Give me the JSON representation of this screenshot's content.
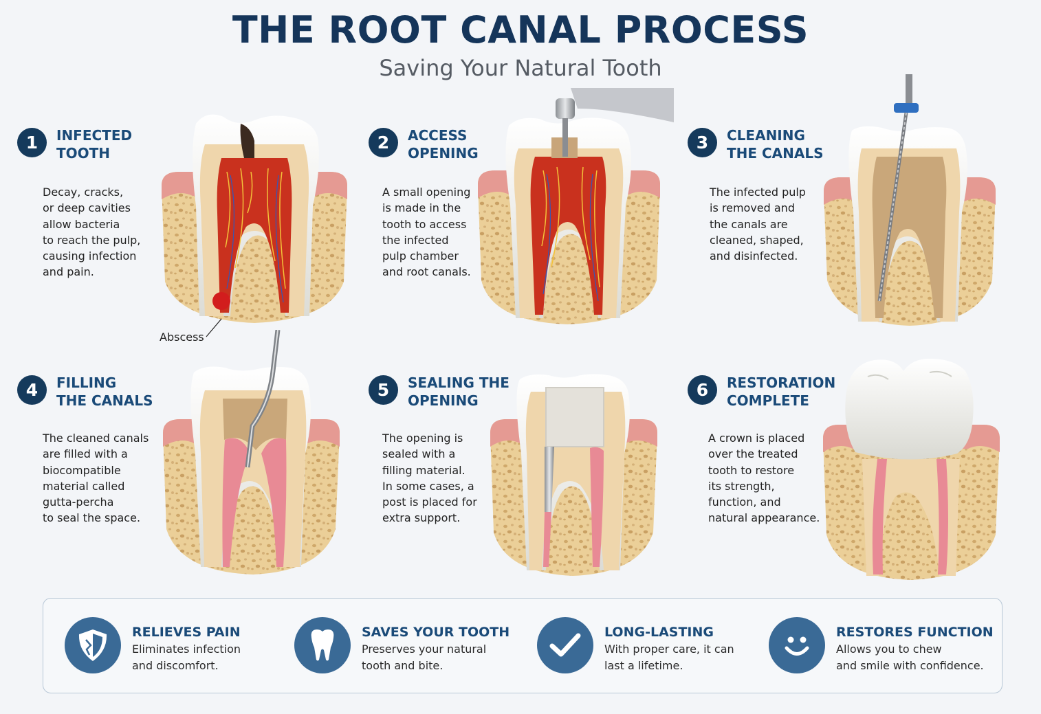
{
  "header": {
    "title": "THE ROOT CANAL PROCESS",
    "subtitle": "Saving Your Natural Tooth"
  },
  "steps": [
    {
      "number": "1",
      "title": [
        "INFECTED",
        "TOOTH"
      ],
      "body": [
        "Decay, cracks,",
        "or deep cavities",
        "allow bacteria",
        "to reach the pulp,",
        "causing infection",
        "and pain."
      ]
    },
    {
      "number": "2",
      "title": [
        "ACCESS",
        "OPENING"
      ],
      "body": [
        "A small opening",
        "is made in the",
        "tooth to access",
        "the infected",
        "pulp chamber",
        "and root canals."
      ]
    },
    {
      "number": "3",
      "title": [
        "CLEANING",
        "THE CANALS"
      ],
      "body": [
        "The infected pulp",
        "is removed and",
        "the canals are",
        "cleaned, shaped,",
        "and disinfected."
      ]
    },
    {
      "number": "4",
      "title": [
        "FILLING",
        "THE CANALS"
      ],
      "body": [
        "The cleaned canals",
        "are filled with a",
        "biocompatible",
        "material called",
        "gutta-percha",
        "to seal the space."
      ]
    },
    {
      "number": "5",
      "title": [
        "SEALING THE",
        "OPENING"
      ],
      "body": [
        "The opening is",
        "sealed with a",
        "filling material.",
        "In some cases, a",
        "post is placed for",
        "extra support."
      ]
    },
    {
      "number": "6",
      "title": [
        "RESTORATION",
        "COMPLETE"
      ],
      "body": [
        "A crown is placed",
        "over the treated",
        "tooth to restore",
        "its strength,",
        "function, and",
        "natural appearance."
      ]
    }
  ],
  "annotations": {
    "abscess": "Abscess"
  },
  "benefits": [
    {
      "icon": "shield-icon",
      "title": "RELIEVES PAIN",
      "desc": [
        "Eliminates infection",
        "and discomfort."
      ]
    },
    {
      "icon": "tooth-icon",
      "title": "SAVES YOUR TOOTH",
      "desc": [
        "Preserves your natural",
        "tooth and bite."
      ]
    },
    {
      "icon": "checkmark-icon",
      "title": "LONG-LASTING",
      "desc": [
        "With proper care, it can",
        "last a lifetime."
      ]
    },
    {
      "icon": "smiley-icon",
      "title": "RESTORES FUNCTION",
      "desc": [
        "Allows you to chew",
        "and smile with confidence."
      ]
    }
  ],
  "colors": {
    "title": "#15355a",
    "accent": "#1a4a78",
    "badge": "#153a5c",
    "benefit_icon": "#3a6a96",
    "pulp_infected": "#c9311e",
    "gutta_percha": "#e88a95",
    "dentin": "#efd6ac",
    "enamel": "#f4f4f2",
    "gum": "#e79a94",
    "bone": "#e8c98f"
  }
}
